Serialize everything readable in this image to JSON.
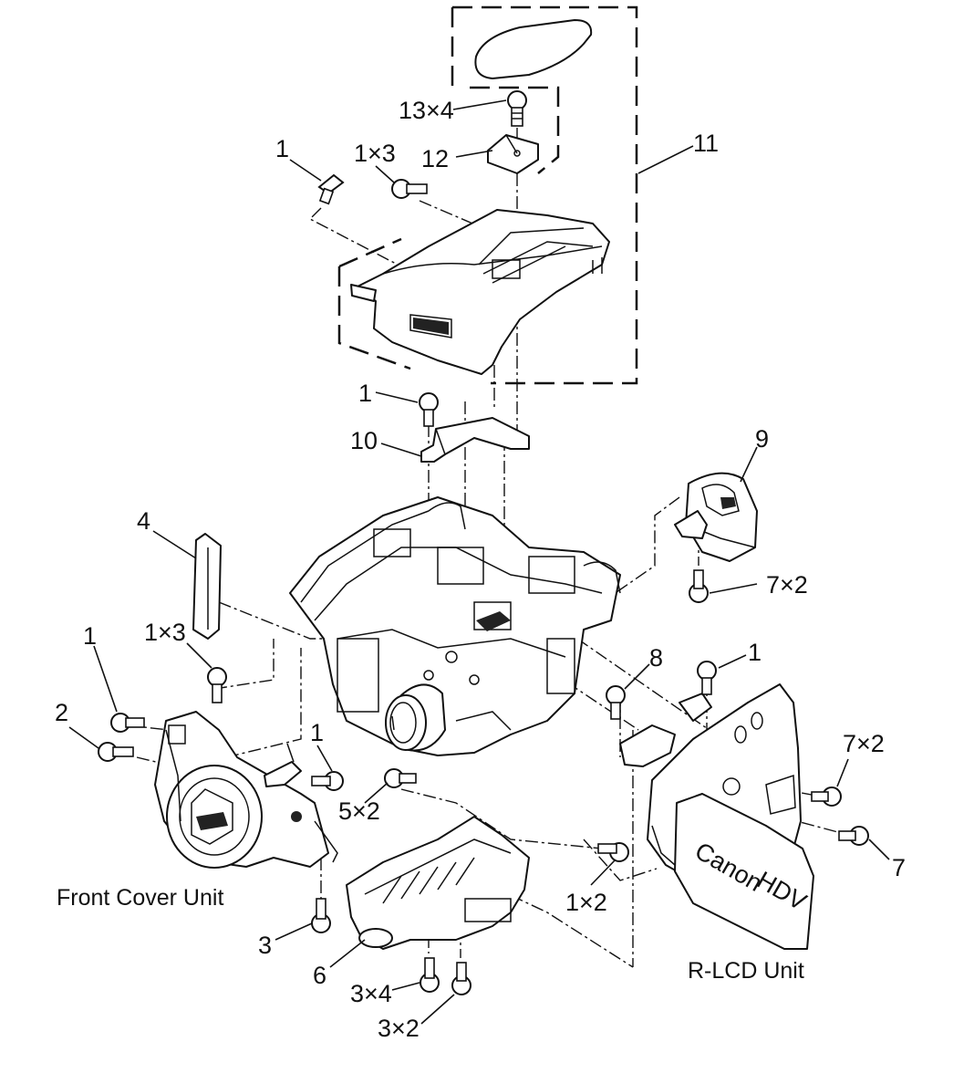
{
  "callouts": [
    {
      "id": "c13",
      "text": "13×4"
    },
    {
      "id": "c12",
      "text": "12"
    },
    {
      "id": "c11",
      "text": "11"
    },
    {
      "id": "c1a",
      "text": "1"
    },
    {
      "id": "c1x3a",
      "text": "1×3"
    },
    {
      "id": "c1b",
      "text": "1"
    },
    {
      "id": "c10",
      "text": "10"
    },
    {
      "id": "c9",
      "text": "9"
    },
    {
      "id": "c4",
      "text": "4"
    },
    {
      "id": "c7x2a",
      "text": "7×2"
    },
    {
      "id": "c1c",
      "text": "1"
    },
    {
      "id": "c1x3b",
      "text": "1×3"
    },
    {
      "id": "c8",
      "text": "8"
    },
    {
      "id": "c1d",
      "text": "1"
    },
    {
      "id": "c2",
      "text": "2"
    },
    {
      "id": "c1e",
      "text": "1"
    },
    {
      "id": "c7x2b",
      "text": "7×2"
    },
    {
      "id": "c5x2",
      "text": "5×2"
    },
    {
      "id": "c7",
      "text": "7"
    },
    {
      "id": "c1x2",
      "text": "1×2"
    },
    {
      "id": "c3",
      "text": "3"
    },
    {
      "id": "c6",
      "text": "6"
    },
    {
      "id": "c3x4",
      "text": "3×4"
    },
    {
      "id": "c3x2",
      "text": "3×2"
    }
  ],
  "unit_labels": {
    "front_cover": "Front Cover Unit",
    "rlcd": "R-LCD Unit"
  },
  "lcd_branding": {
    "brand": "Canon",
    "format": "HDV"
  }
}
